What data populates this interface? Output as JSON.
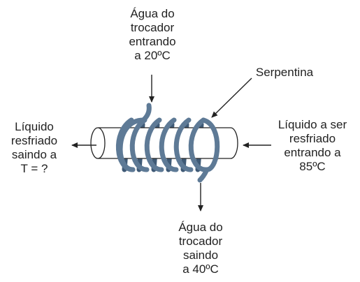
{
  "labels": {
    "water_in": [
      "Água do",
      "trocador",
      "entrando",
      "a 20ºC"
    ],
    "coil": [
      "Serpentina"
    ],
    "liquid_out": [
      "Líquido",
      "resfriado",
      "saindo a",
      "T = ?"
    ],
    "liquid_in": [
      "Líquido a ser",
      "resfriado",
      "entrando a",
      "85ºC"
    ],
    "water_out": [
      "Água do",
      "trocador",
      "saindo",
      "a 40ºC"
    ]
  },
  "colors": {
    "coil": "#5e7a96",
    "coil_dark": "#3f5a76",
    "line": "#222222"
  }
}
